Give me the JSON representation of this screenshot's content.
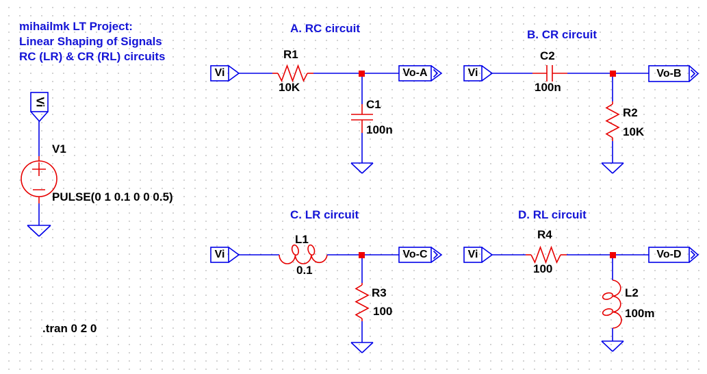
{
  "comments": {
    "project_title_lines": [
      "mihailmk LT Project:",
      "Linear Shaping of Signals",
      "RC (LR) & CR (RL) circuits"
    ]
  },
  "directive": {
    "text": ".tran 0 2 0"
  },
  "source": {
    "designator": "V1",
    "value": "PULSE(0 1 0.1 0 0 0.5)",
    "net_flag": "Vi"
  },
  "circuits": {
    "a": {
      "title": "A. RC circuit",
      "input_flag": "Vi",
      "output_flag": "Vo-A",
      "series_component": {
        "type": "resistor",
        "designator": "R1",
        "value": "10K"
      },
      "shunt_component": {
        "type": "capacitor",
        "designator": "C1",
        "value": "100n"
      }
    },
    "b": {
      "title": "B. CR circuit",
      "input_flag": "Vi",
      "output_flag": "Vo-B",
      "series_component": {
        "type": "capacitor",
        "designator": "C2",
        "value": "100n"
      },
      "shunt_component": {
        "type": "resistor",
        "designator": "R2",
        "value": "10K"
      }
    },
    "c": {
      "title": "C. LR circuit",
      "input_flag": "Vi",
      "output_flag": "Vo-C",
      "series_component": {
        "type": "inductor",
        "designator": "L1",
        "value": "0.1"
      },
      "shunt_component": {
        "type": "resistor",
        "designator": "R3",
        "value": "100"
      }
    },
    "d": {
      "title": "D. RL circuit",
      "input_flag": "Vi",
      "output_flag": "Vo-D",
      "series_component": {
        "type": "resistor",
        "designator": "R4",
        "value": "100"
      },
      "shunt_component": {
        "type": "inductor",
        "designator": "L2",
        "value": "100m"
      }
    }
  },
  "colors": {
    "background": "#ffffff",
    "grid_dot": "#4d4d4d",
    "wire": "#0000e8",
    "component": "#e60000",
    "junction": "#f00000",
    "comment_text": "#1414d7",
    "label_text": "#000000"
  }
}
